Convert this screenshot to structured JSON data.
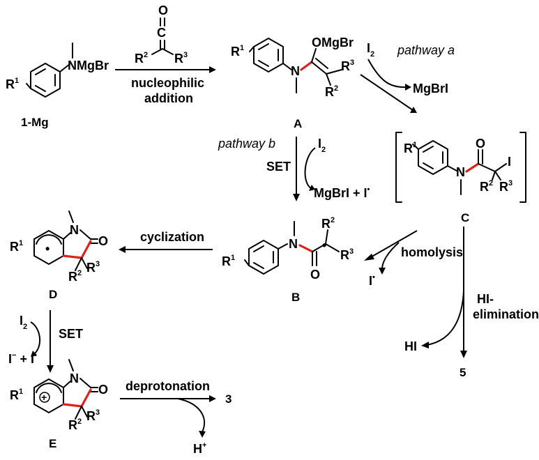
{
  "labels": {
    "start": "1-Mg",
    "A": "A",
    "B": "B",
    "C": "C",
    "D": "D",
    "E": "E",
    "product3": "3",
    "product5": "5"
  },
  "reagents": {
    "nucleophilic1": "nucleophilic",
    "nucleophilic2": "addition",
    "pathway_a": "pathway a",
    "pathway_b": "pathway b",
    "I2": "I",
    "I2_sub": "2",
    "MgBrI": "MgBrI",
    "SET": "SET",
    "MgBrI_rad": "MgBrI + I",
    "cyclization": "cyclization",
    "homolysis": "homolysis",
    "I_rad": "I",
    "HI_elim1": "HI-",
    "HI_elim2": "elimination",
    "HI": "HI",
    "I_minus_rad": "I",
    "plus_I_rad": " + I",
    "deprotonation": "deprotonation",
    "H_plus": "H"
  },
  "atoms": {
    "NMgBr": "NMgBr",
    "OMgBr": "OMgBr",
    "N": "N",
    "O": "O",
    "C": "C",
    "I": "I",
    "R": "R",
    "one": "1",
    "two": "2",
    "three": "3"
  }
}
